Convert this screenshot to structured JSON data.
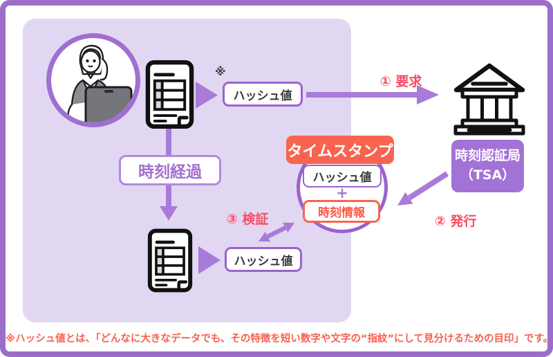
{
  "diagram": {
    "note_mark": "※",
    "hash_top_label": "ハッシュ値",
    "hash_bottom_label": "ハッシュ値",
    "time_elapsed_label": "時刻経過",
    "steps": {
      "request": "① 要求",
      "issue": "② 発行",
      "verify": "③ 検証"
    },
    "timestamp": {
      "title": "タイムスタンプ",
      "hash_label": "ハッシュ値",
      "plus": "+",
      "time_info_label": "時刻情報"
    },
    "tsa": {
      "line1": "時刻認証局",
      "line2": "（TSA）"
    },
    "footnote": "※ハッシュ値とは、「どんなに大きなデータでも、その特徴を短い数字や文字の“指紋”にして見分けるための目印」です。",
    "icons": {
      "actor": "woman-with-laptop-icon",
      "document": "document-icon",
      "authority": "bank-building-icon"
    },
    "colors": {
      "frame_border": "#9b6fc9",
      "panel_bg": "#e2d7f2",
      "arrow_purple": "#a97bd9",
      "box_border_purple": "#9a63cc",
      "tsa_bg": "#a272d6",
      "coral_red": "#f96450",
      "step_label_pink": "#f94b63",
      "dark_text": "#3a3a3a"
    }
  }
}
